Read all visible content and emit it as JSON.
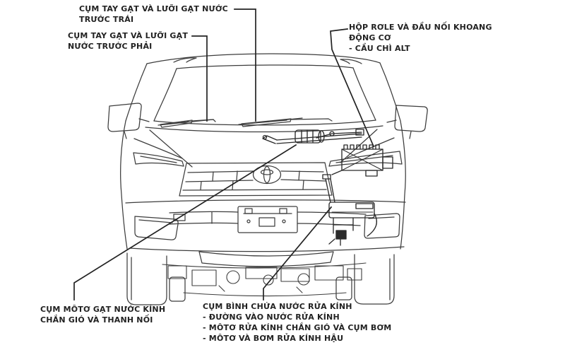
{
  "page": {
    "background": "#ffffff",
    "line_color": "#3d3d3d",
    "accent_line_color": "#232323",
    "text_color": "#222222"
  },
  "diagram": {
    "type": "labeled-technical-diagram",
    "subject": "vehicle-front-view-wiper-washer-system",
    "emblem_icon": "toyota-emblem",
    "labels": {
      "wiper_left": {
        "lines": [
          "CỤM TAY GẠT VÀ LƯỠI GẠT NƯỚC",
          "TRƯỚC TRÁI"
        ]
      },
      "wiper_right": {
        "lines": [
          "CỤM TAY GẠT VÀ LƯỠI GẠT",
          "NƯỚC TRƯỚC PHẢI"
        ]
      },
      "relay_box": {
        "lines": [
          "HỘP RƠLE VÀ ĐẦU NỐI KHOANG",
          "ĐỘNG CƠ",
          "- CẦU CHÌ ALT"
        ]
      },
      "wiper_motor": {
        "lines": [
          "CỤM MÔTƠ GẠT NƯỚC KÍNH",
          "CHẮN GIÓ VÀ THANH NỐI"
        ]
      },
      "washer_reservoir": {
        "lines": [
          "CỤM BÌNH CHỨA NƯỚC RỬA KÍNH",
          "- ĐƯỜNG VÀO NƯỚC RỬA KÍNH",
          "- MÔTƠ RỬA KÍNH CHẮN GIÓ VÀ CỤM BƠM",
          "- MÔTƠ VÀ BƠM RỬA KÍNH HẬU"
        ]
      }
    }
  }
}
